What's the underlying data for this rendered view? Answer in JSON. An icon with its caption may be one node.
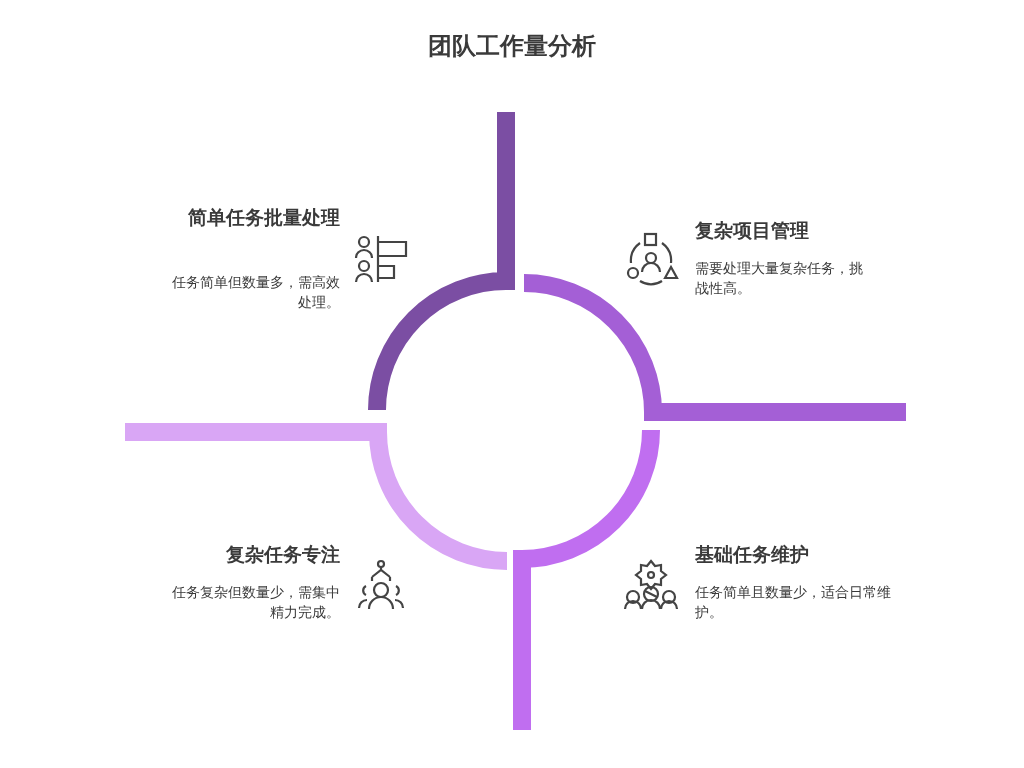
{
  "diagram": {
    "title": "团队工作量分析",
    "labels": [
      "简单任务批量处理",
      "任务简单但数量多，需高效处理。",
      "复杂项目管理",
      "需要处理大量复杂任务，挑战性高。",
      "复杂任务专注",
      "任务复杂但数量少，需集中精力完成。",
      "基础任务维护",
      "任务简单且数量少，适合日常维护。"
    ]
  }
}
